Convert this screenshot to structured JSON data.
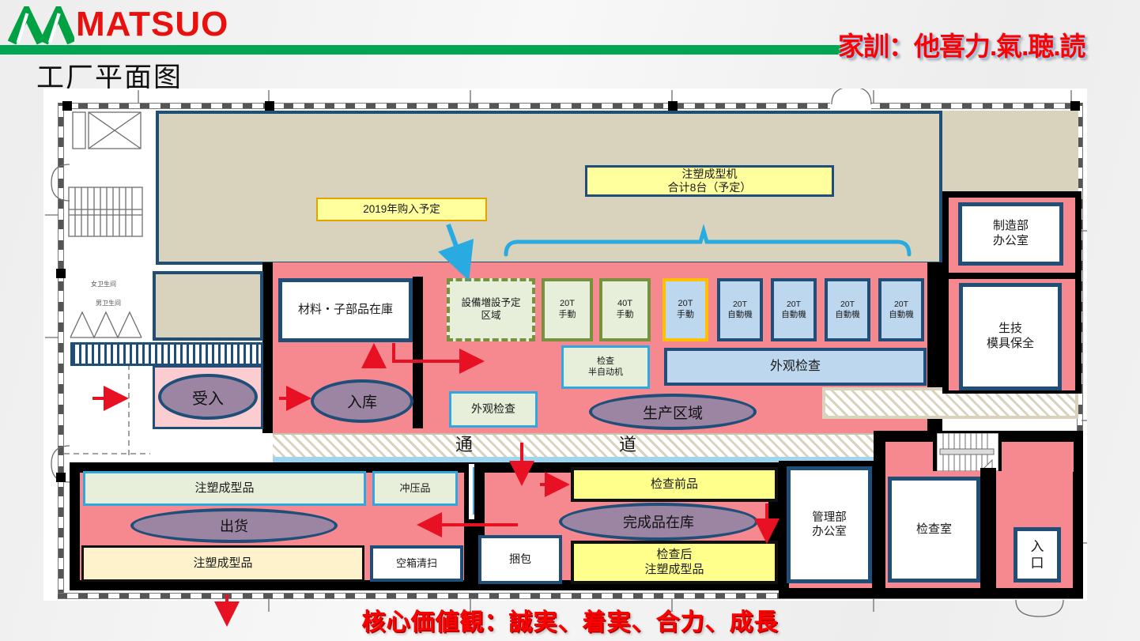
{
  "header": {
    "brand": "MATSUO",
    "motto": "家訓：他喜力.氣.聴.読"
  },
  "title": "工厂平面图",
  "footer": {
    "slogan": "核心価値観：誠実、着実、合力、成長"
  },
  "colors": {
    "accent_green": "#00A651",
    "brand_red": "#E8110E",
    "floor_pink": "#F5898F",
    "zone_purple": "#9B85A3",
    "wall_blue": "#1F4E79",
    "note_yellow": "#FFFF9E",
    "machine_blue": "#BDD7EE",
    "machine_green": "#E7EED9",
    "arrow_red": "#E81123",
    "callout_blue": "#29ABE2"
  },
  "plan": {
    "annotations": {
      "purchase_2019": "2019年购入予定",
      "molding_total": "注塑成型机\n合计8台（予定）"
    },
    "rooms": {
      "material_stock": "材料・子部品在庫",
      "expansion_area": "設備増設予定\n区域",
      "mfg_office": "制造部\n办公室",
      "tech_mold": "生技\n模具保全",
      "admin_office": "管理部\n办公室",
      "inspection_room": "检查室",
      "entrance": "入\n口"
    },
    "machines": [
      {
        "label": "20T\n手動"
      },
      {
        "label": "40T\n手動"
      },
      {
        "label": "20T\n手動"
      },
      {
        "label": "20T\n自動機"
      },
      {
        "label": "20T\n自動機"
      },
      {
        "label": "20T\n自動機"
      },
      {
        "label": "20T\n自動機"
      }
    ],
    "stations": {
      "semi_auto_check": "检查\n半自动机",
      "visual_check_wide": "外观检查",
      "visual_check_small": "外观检查"
    },
    "zones": {
      "receive": "受入",
      "inbound": "入库",
      "production": "生产区域",
      "ship": "出货",
      "finished_stock": "完成品在库"
    },
    "corridor": {
      "char1": "通",
      "char2": "道"
    },
    "shipping": {
      "inj_molded_top": "注塑成型品",
      "stamped": "冲压品",
      "inj_molded_bottom": "注塑成型品",
      "empty_box": "空箱清扫",
      "pre_inspect": "检查前品",
      "post_inspect": "检查后\n注塑成型品",
      "packing": "捆包"
    },
    "facilities": {
      "women_wc": "女卫生间",
      "men_wc": "男卫生间"
    }
  }
}
